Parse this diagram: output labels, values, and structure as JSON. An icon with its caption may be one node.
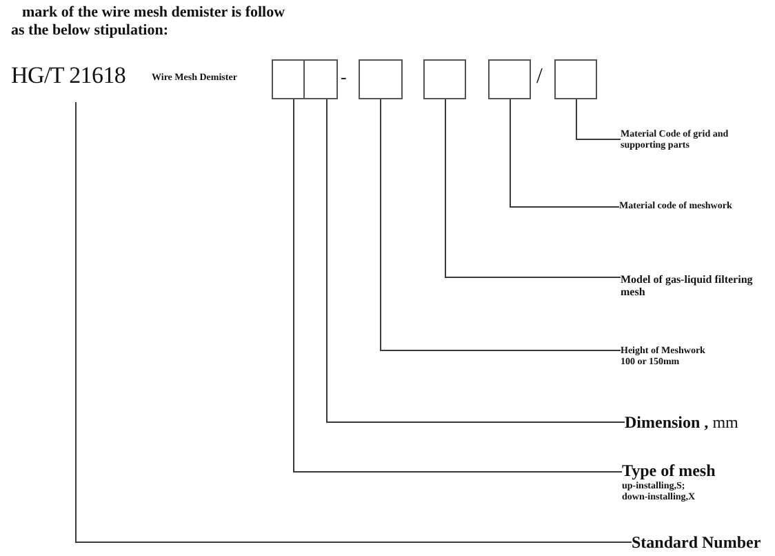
{
  "diagram": {
    "title": "mark of the wire mesh demister is follow as the below stipulation:",
    "nodes": [
      {
        "text": [
          "HG/T 21618"
        ]
      },
      {
        "text": [],
        "shape": "box"
      },
      {
        "text": [],
        "shape": "box"
      },
      {
        "text": [],
        "shape": "box"
      },
      {
        "text": [],
        "shape": "box"
      },
      {
        "text": [],
        "shape": "box"
      },
      {
        "text": [],
        "shape": "box"
      },
      {
        "text": [
          "Material Code of grid and supporting parts"
        ]
      },
      {
        "text": [
          "Material code of meshwork"
        ]
      },
      {
        "text": [
          "Model of gas-liquid filtering mesh"
        ]
      },
      {
        "text": [
          "Height of Meshwork",
          "100 or 150mm"
        ]
      },
      {
        "text": [
          "**Dimension ,** mm"
        ]
      },
      {
        "text": [
          "Type of mesh",
          "up-installing,S; down-installing,X"
        ]
      },
      {
        "text": [
          "Standard Number"
        ]
      }
    ],
    "edges": [
      {
        "from": 6,
        "to": 7,
        "arrow": "none"
      },
      {
        "from": 5,
        "to": 8,
        "arrow": "none"
      },
      {
        "from": 4,
        "to": 9,
        "arrow": "none"
      },
      {
        "from": 3,
        "to": 10,
        "arrow": "none"
      },
      {
        "from": 2,
        "to": 11,
        "arrow": "none"
      },
      {
        "from": 1,
        "to": 12,
        "arrow": "none"
      },
      {
        "from": 0,
        "to": 13,
        "arrow": "none"
      }
    ],
    "labels": [
      "Wire Mesh Demister",
      "-",
      "/"
    ]
  }
}
